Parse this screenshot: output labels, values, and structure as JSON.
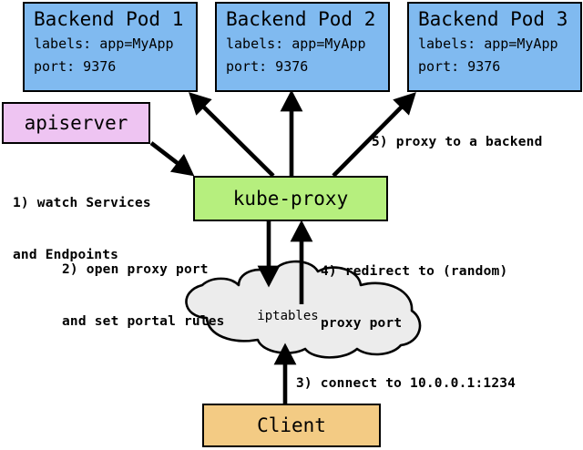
{
  "diagram": {
    "title": "kube-proxy service proxying flow",
    "colors": {
      "pod_fill": "#80baf0",
      "apiserver_fill": "#eec4f2",
      "kubeproxy_fill": "#b6ef7e",
      "client_fill": "#f3cb84",
      "cloud_fill": "#ececec",
      "stroke": "#000000",
      "background": "#ffffff"
    }
  },
  "pods": [
    {
      "title": "Backend Pod 1",
      "labels_line": "labels: app=MyApp",
      "port_line": "port: 9376"
    },
    {
      "title": "Backend Pod 2",
      "labels_line": "labels: app=MyApp",
      "port_line": "port: 9376"
    },
    {
      "title": "Backend Pod 3",
      "labels_line": "labels: app=MyApp",
      "port_line": "port: 9376"
    }
  ],
  "nodes": {
    "apiserver": "apiserver",
    "kubeproxy": "kube-proxy",
    "iptables": "iptables",
    "client": "Client"
  },
  "steps": {
    "step1_line1": "1) watch Services",
    "step1_line2": "and Endpoints",
    "step2_line1": "2) open proxy port",
    "step2_line2": "and set portal rules",
    "step3": "3) connect to 10.0.0.1:1234",
    "step4_line1": "4) redirect to (random)",
    "step4_line2": "proxy port",
    "step5": "5) proxy to a backend"
  }
}
